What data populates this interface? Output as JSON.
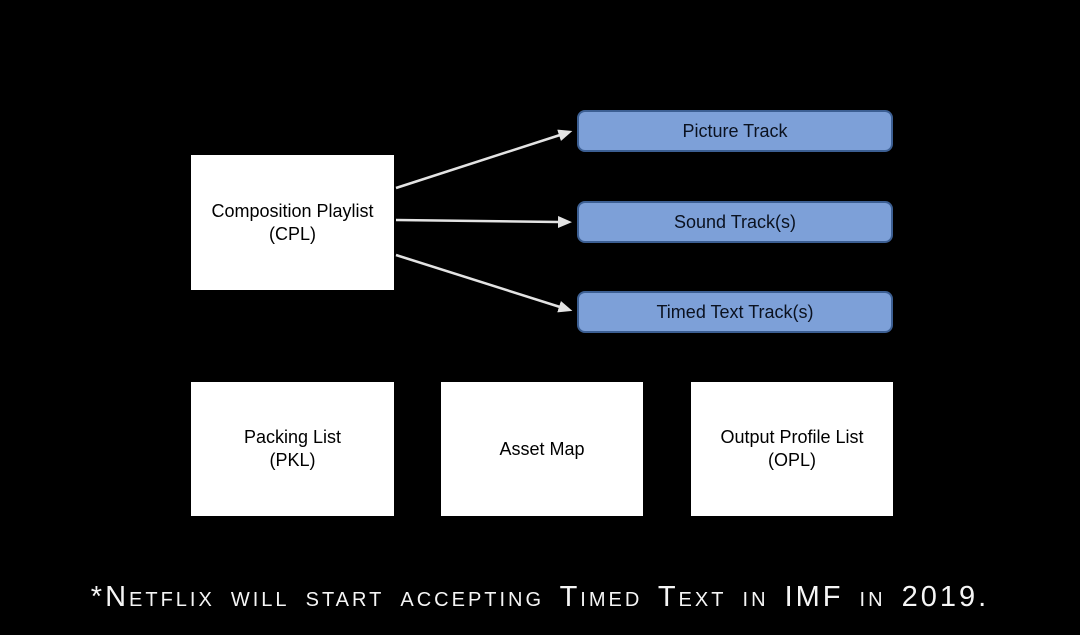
{
  "slide": {
    "background": "#000000",
    "cpl_box": {
      "lines": [
        "Composition Playlist",
        "(CPL)"
      ]
    },
    "track_boxes": [
      {
        "label": "Picture Track"
      },
      {
        "label": "Sound Track(s)"
      },
      {
        "label": "Timed Text Track(s)"
      }
    ],
    "bottom_boxes": [
      {
        "lines": [
          "Packing List",
          "(PKL)"
        ]
      },
      {
        "lines": [
          "Asset Map"
        ]
      },
      {
        "lines": [
          "Output Profile List",
          "(OPL)"
        ]
      }
    ],
    "footnote": "*Netflix will start accepting Timed Text in IMF in 2019.",
    "colors": {
      "track_fill": "#7da0d8",
      "track_border": "#3c5f93",
      "track_text": "#0b1220",
      "white_box_fill": "#ffffff",
      "white_box_text": "#000000",
      "arrow": "#e3e3e3",
      "footnote_text": "#f5f5f5"
    }
  }
}
